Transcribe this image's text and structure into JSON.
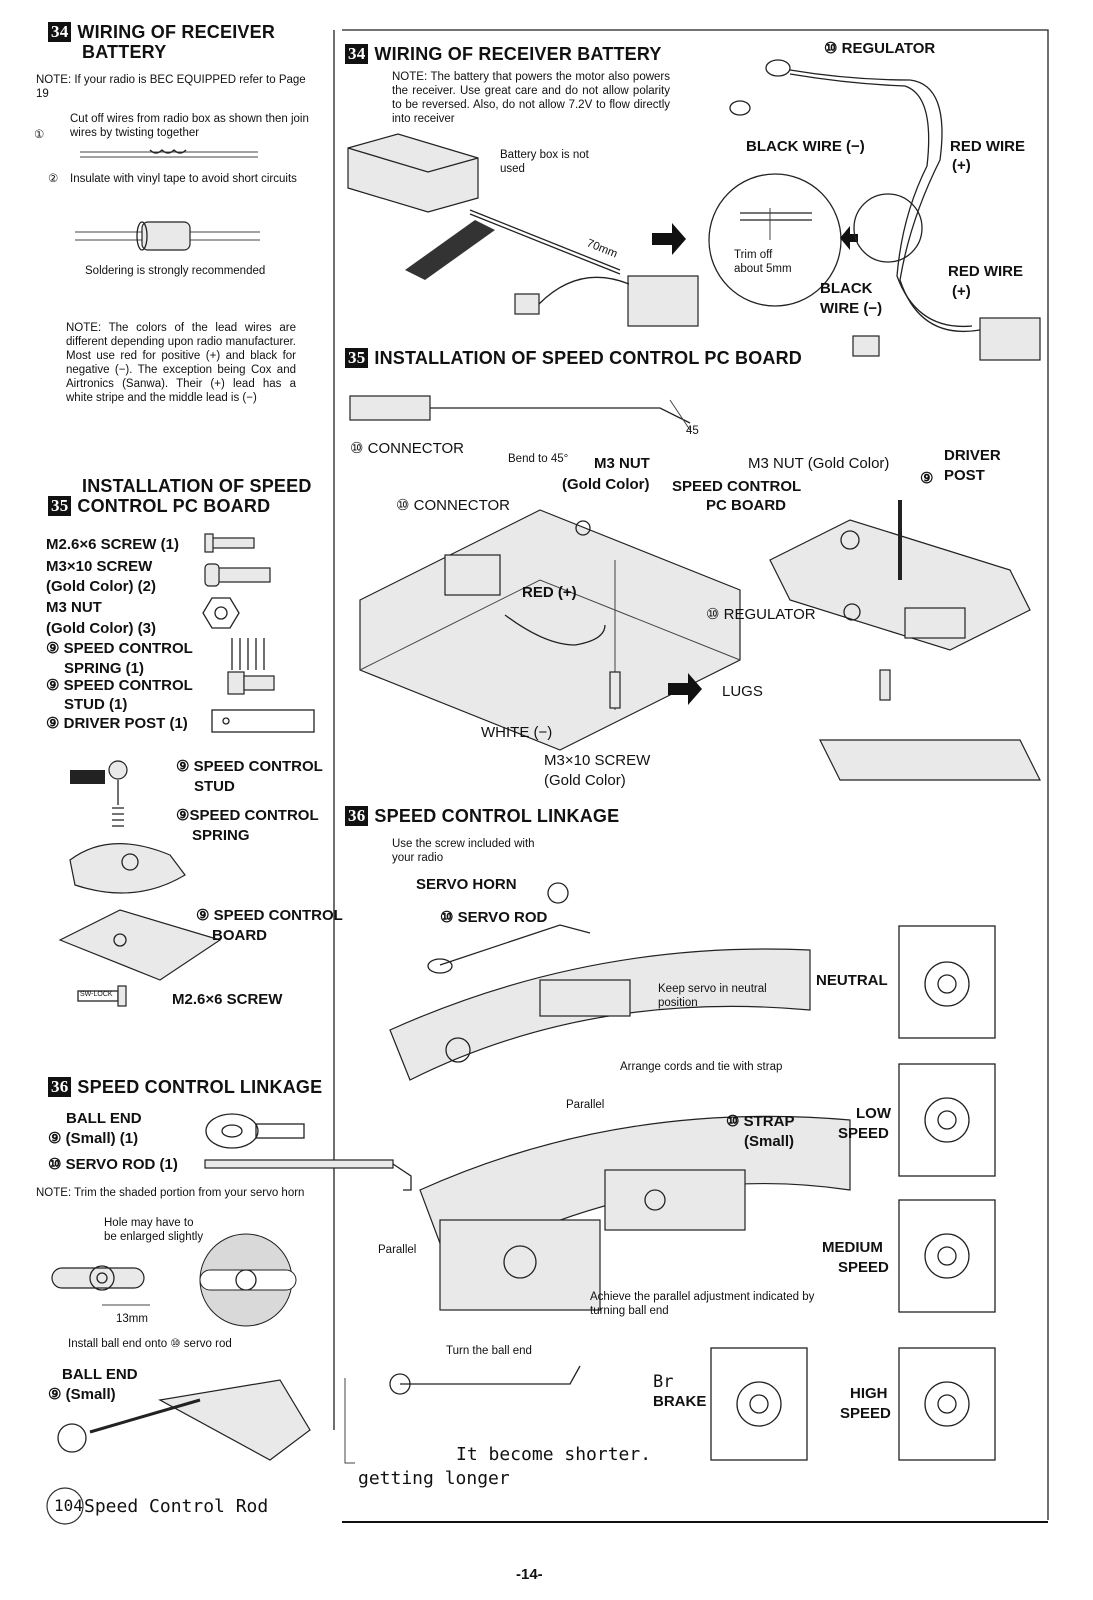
{
  "left": {
    "sec34": {
      "num": "34",
      "title_line1": "WIRING OF RECEIVER",
      "title_line2": "BATTERY",
      "note": "NOTE: If your radio is BEC EQUIPPED refer to Page 19",
      "step1_marker": "①",
      "step1": "Cut off wires from radio box as shown then join wires by twisting together",
      "step2_marker": "②",
      "step2": "Insulate with vinyl tape to avoid short circuits",
      "soldering": "Soldering is strongly recommended",
      "color_note": "NOTE: The colors of the lead wires are different depending upon radio manufacturer. Most use red for positive (+) and black for negative (−). The exception being Cox and Airtronics (Sanwa). Their (+) lead has a white stripe and the middle lead is (−)"
    },
    "sec35": {
      "num": "35",
      "title_line1": "INSTALLATION OF SPEED",
      "title_line2": "CONTROL PC BOARD",
      "parts": [
        "M2.6×6 SCREW (1)",
        "M3×10 SCREW",
        "(Gold Color) (2)",
        "M3 NUT",
        "(Gold Color) (3)",
        "⑨ SPEED CONTROL",
        "SPRING (1)",
        "⑨ SPEED CONTROL",
        "STUD (1)",
        "⑨ DRIVER POST (1)"
      ],
      "stud": "⑨ SPEED CONTROL",
      "stud2": "STUD",
      "spring": "⑨SPEED CONTROL",
      "spring2": "SPRING",
      "board": "⑨ SPEED CONTROL",
      "board2": "BOARD",
      "screw": "M2.6×6 SCREW",
      "sw_lock": "SW-LOCK"
    },
    "sec36": {
      "num": "36",
      "title": "SPEED CONTROL LINKAGE",
      "ball_end": "BALL END",
      "ball_end_small": "⑨ (Small)  (1)",
      "servo_rod": "⑩ SERVO ROD (1)",
      "trim_note": "NOTE: Trim the shaded portion from your servo horn",
      "hole_note": "Hole may have to be enlarged slightly",
      "dim": "13mm",
      "install_note": "Install ball end onto  ⑩  servo rod",
      "ball_end2": "BALL END",
      "ball_end2_small": "⑨ (Small)"
    },
    "handwriting": {
      "circle": "104",
      "text": "Speed Control Rod"
    }
  },
  "right": {
    "sec34": {
      "num": "34",
      "title": "WIRING OF RECEIVER BATTERY",
      "note": "NOTE: The battery that powers the motor also powers the receiver. Use great care and do not allow polarity to be reversed. Also, do not allow 7.2V to flow directly into receiver",
      "battery_box": "Battery box is not used",
      "dim_70": "70mm",
      "regulator": "⑩ REGULATOR",
      "black_wire": "BLACK WIRE (−)",
      "red_wire": "RED WIRE",
      "plus": "(+)",
      "trim": "Trim off about 5mm",
      "black_wire2_a": "BLACK",
      "black_wire2_b": "WIRE (−)",
      "red_wire2": "RED WIRE",
      "plus2": "(+)"
    },
    "sec35": {
      "num": "35",
      "title": "INSTALLATION OF SPEED CONTROL PC BOARD",
      "connector1": "⑩ CONNECTOR",
      "bend": "Bend to 45°",
      "angle": "45",
      "m3nut": "M3 NUT",
      "gold": "(Gold Color)",
      "connector2": "⑩ CONNECTOR",
      "red": "RED (+)",
      "white": "WHITE (−)",
      "m3screw": "M3×10 SCREW",
      "gold2": "(Gold Color)",
      "m3nut2": "M3 NUT (Gold Color)",
      "pcb1": "SPEED CONTROL",
      "pcb2": "PC BOARD",
      "driver1": "DRIVER",
      "driver2": "POST",
      "driver_num": "⑨",
      "regulator": "⑩ REGULATOR",
      "lugs": "LUGS"
    },
    "sec36": {
      "num": "36",
      "title": "SPEED CONTROL LINKAGE",
      "screw_note": "Use the screw included with your radio",
      "servo_horn": "SERVO HORN",
      "servo_rod": "⑩ SERVO ROD",
      "neutral_note": "Keep servo in neutral position",
      "arrange": "Arrange cords and tie with strap",
      "parallel": "Parallel",
      "parallel2": "Parallel",
      "strap": "⑩ STRAP",
      "strap_small": "(Small)",
      "achieve": "Achieve the parallel adjustment indicated by turning ball end",
      "turn": "Turn the ball end",
      "positions": [
        "NEUTRAL",
        "LOW",
        "SPEED",
        "MEDIUM",
        "SPEED",
        "HIGH",
        "SPEED"
      ],
      "brake": "BRAKE",
      "brake_hand": "Br"
    },
    "handwriting": {
      "shorter": "It become shorter.",
      "longer": "getting longer"
    }
  },
  "page_number": "-14-"
}
